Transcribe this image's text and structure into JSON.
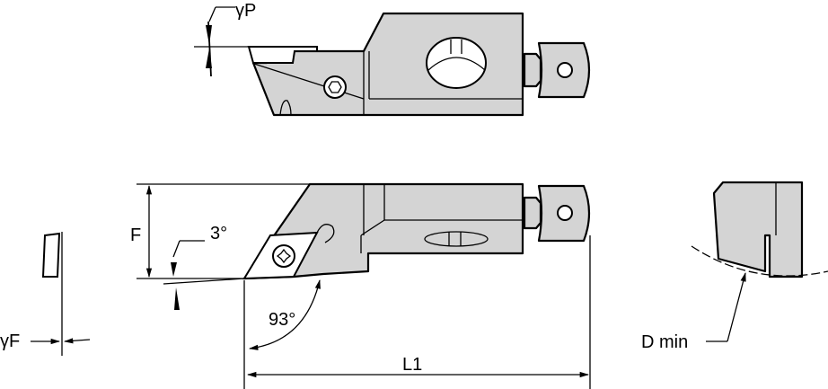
{
  "labels": {
    "gamma_p": "γP",
    "f": "F",
    "angle_3": "3°",
    "angle_93": "93°",
    "l1": "L1",
    "gamma_f": "γF",
    "d_min": "D min"
  },
  "colors": {
    "body_fill": "#d4d4d4",
    "line": "#000000"
  }
}
